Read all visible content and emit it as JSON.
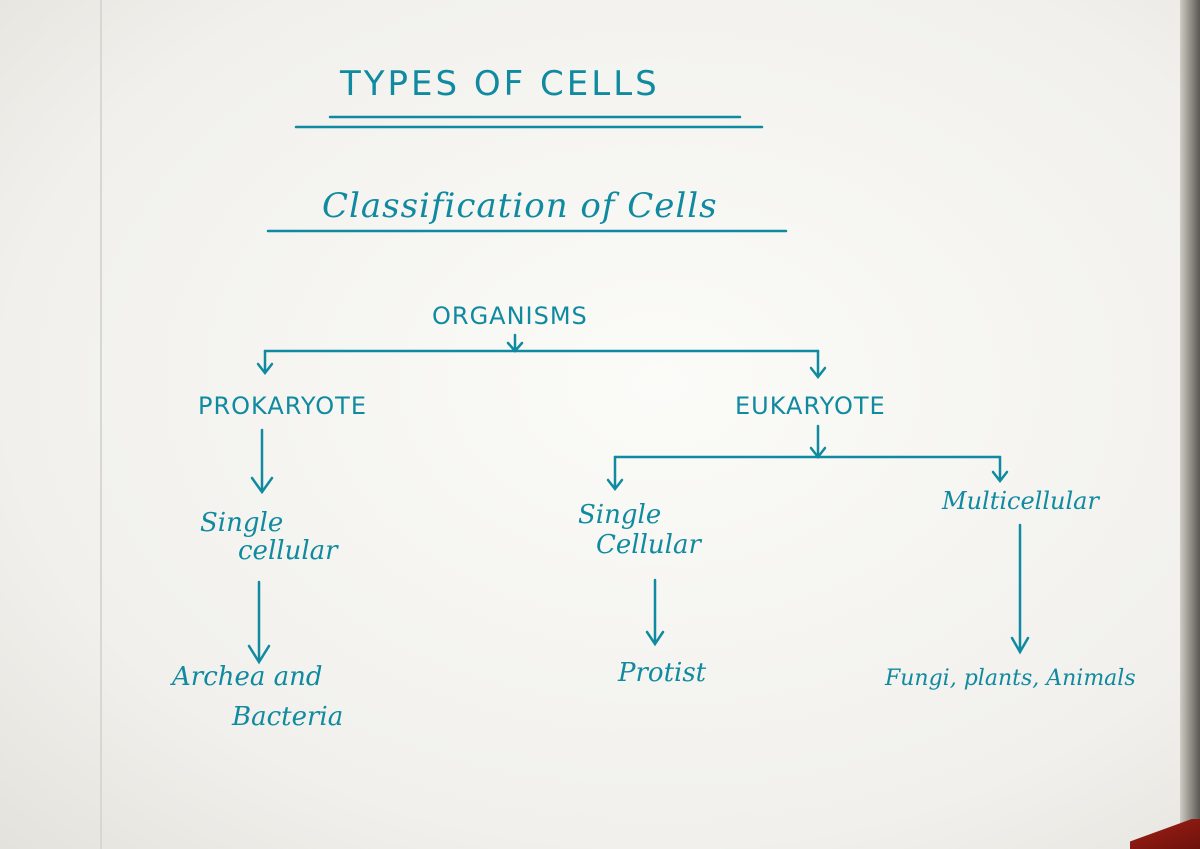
{
  "title": "TYPES OF CELLS",
  "subtitle": "Classification of Cells",
  "nodes": {
    "organisms": "ORGANISMS",
    "prokaryote": "PROKARYOTE",
    "eukaryote": "EUKARYOTE",
    "prok_single_1": "Single",
    "prok_single_2": "cellular",
    "euk_single_1": "Single",
    "euk_single_2": "Cellular",
    "multicellular": "Multicellular",
    "archea_1": "Archea and",
    "archea_2": "Bacteria",
    "protist": "Protist",
    "fungi": "Fungi, plants, Animals"
  },
  "colors": {
    "ink": "#0f8aa0",
    "paper": "#f4f3ef"
  }
}
